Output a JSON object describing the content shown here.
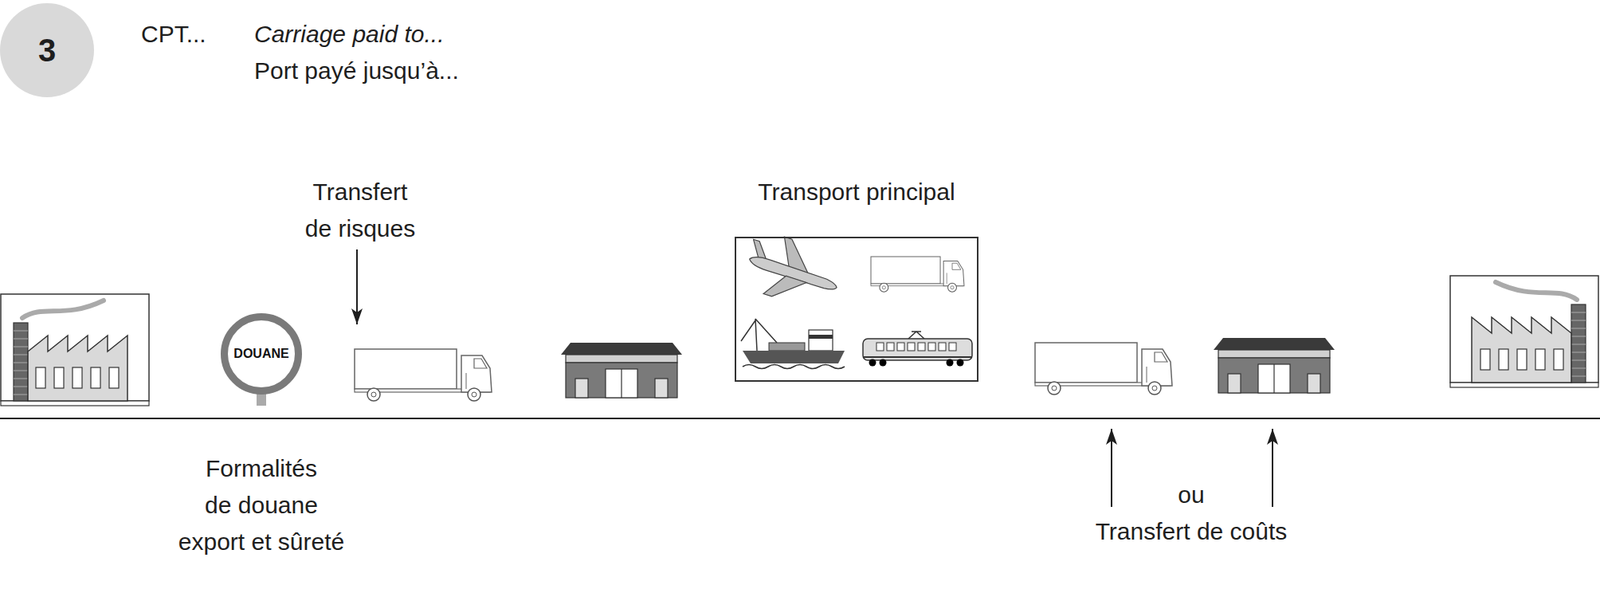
{
  "diagram": {
    "nodes": [
      {
        "text": [
          "3"
        ]
      },
      {
        "text": [
          "DOUANE"
        ]
      },
      {
        "text": [
          "Transport principal"
        ]
      }
    ],
    "labels": [
      "CPT...",
      "Carriage paid to...",
      "Port payé jusqu’à...",
      "Transfert de risques",
      "Formalités de douane export et sûreté",
      "ou",
      "Transfert de coûts"
    ]
  }
}
